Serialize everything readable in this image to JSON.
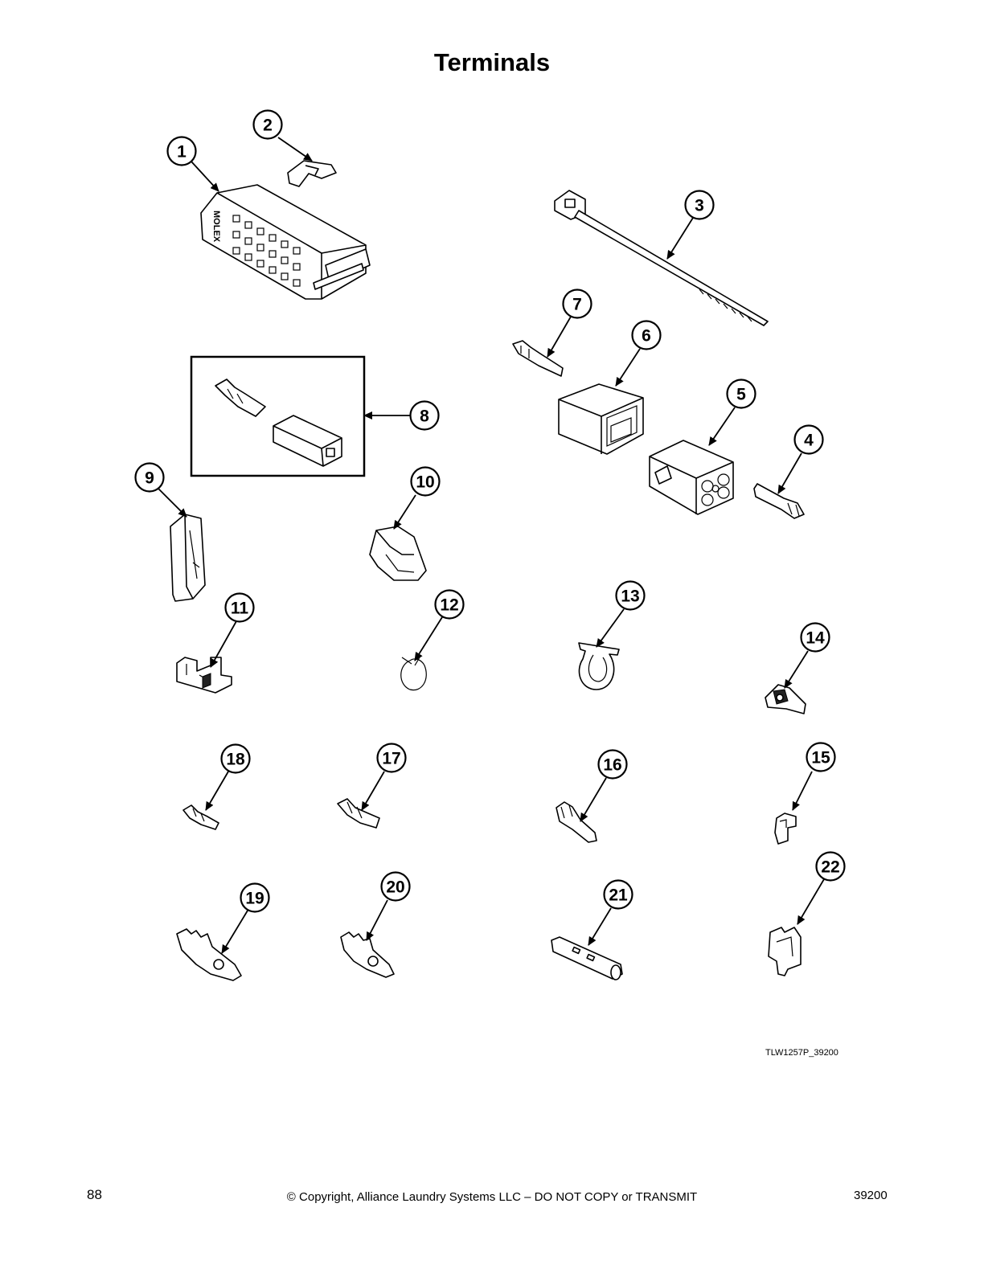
{
  "title": "Terminals",
  "callouts": [
    "1",
    "2",
    "3",
    "4",
    "5",
    "6",
    "7",
    "8",
    "9",
    "10",
    "11",
    "12",
    "13",
    "14",
    "15",
    "16",
    "17",
    "18",
    "19",
    "20",
    "21",
    "22"
  ],
  "connector_marking": "MOLEX",
  "drawing_id": "TLW1257P_39200",
  "footer": {
    "page_number": "88",
    "copyright": "© Copyright, Alliance Laundry Systems LLC – DO NOT COPY or TRANSMIT",
    "doc_number": "39200"
  }
}
